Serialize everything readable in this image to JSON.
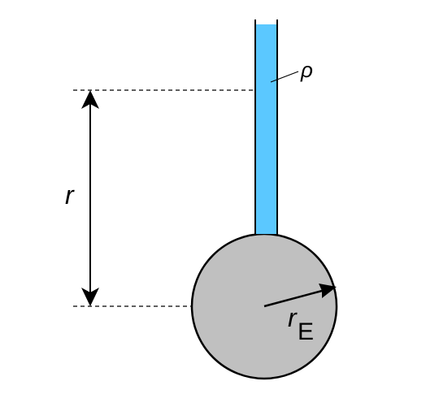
{
  "labels": {
    "density": "ρ",
    "distance": "r",
    "radius_main": "r",
    "radius_sub": "E"
  },
  "colors": {
    "column_fill": "#5bc8ff",
    "sphere_fill": "#c0c0c0",
    "stroke": "#000000",
    "background": "#ffffff"
  }
}
